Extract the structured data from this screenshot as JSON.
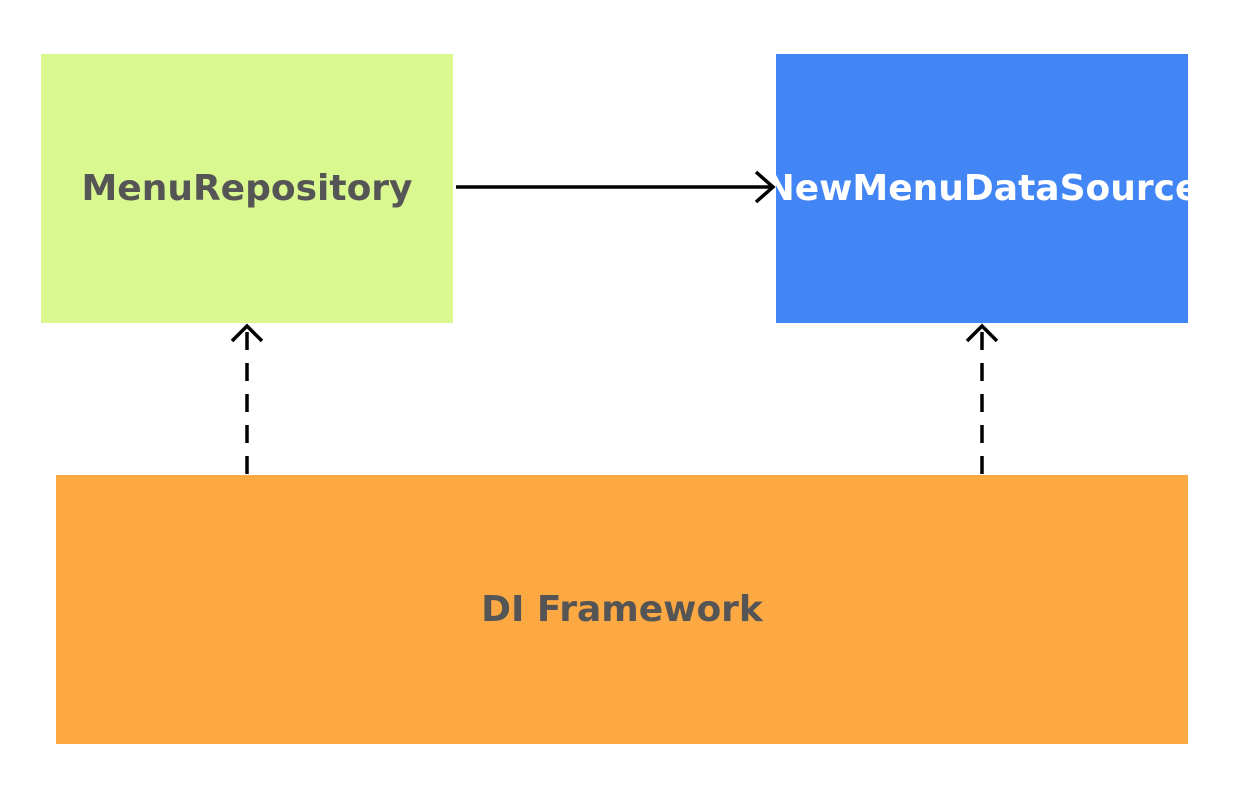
{
  "nodes": {
    "menu_repository": {
      "label": "MenuRepository",
      "fill": "#d9f990",
      "text_color": "#555555"
    },
    "new_menu_data_source": {
      "label": "NewMenuDataSource",
      "fill": "#4285f4",
      "text_color": "#ffffff"
    },
    "di_framework": {
      "label": "DI Framework",
      "fill": "#fda943",
      "text_color": "#555555"
    }
  },
  "edges": [
    {
      "from": "menu_repository",
      "to": "new_menu_data_source",
      "style": "solid",
      "arrow": "open"
    },
    {
      "from": "di_framework",
      "to": "menu_repository",
      "style": "dashed",
      "arrow": "open"
    },
    {
      "from": "di_framework",
      "to": "new_menu_data_source",
      "style": "dashed",
      "arrow": "open"
    }
  ],
  "line_color": "#000000"
}
